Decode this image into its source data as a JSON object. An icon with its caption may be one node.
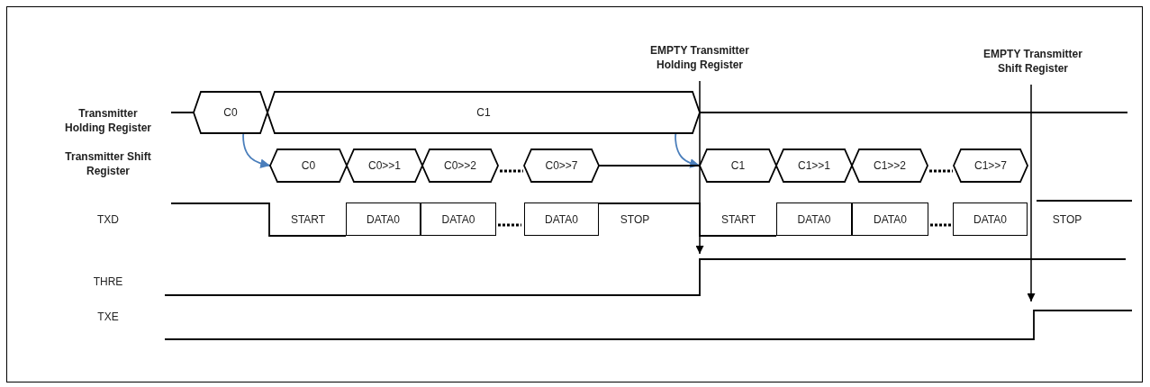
{
  "diagram": {
    "nodes": [
      {
        "text": [
          "C0"
        ]
      },
      {
        "text": [
          "C1"
        ]
      },
      {
        "text": [
          "C0"
        ]
      },
      {
        "text": [
          "C0>>1"
        ]
      },
      {
        "text": [
          "C0>>2"
        ]
      },
      {
        "text": [
          "C0>>7"
        ]
      },
      {
        "text": [
          "C1"
        ]
      },
      {
        "text": [
          "C1>>1"
        ]
      },
      {
        "text": [
          "C1>>2"
        ]
      },
      {
        "text": [
          "C1>>7"
        ]
      },
      {
        "text": [
          "DATA0"
        ]
      },
      {
        "text": [
          "DATA0"
        ]
      },
      {
        "text": [
          "DATA0"
        ]
      },
      {
        "text": [
          "DATA0"
        ]
      },
      {
        "text": [
          "DATA0"
        ]
      },
      {
        "text": [
          "DATA0"
        ]
      }
    ],
    "edges": [
      {
        "from": 0,
        "to": 2,
        "arrow": "to",
        "color": "#4a7ebb"
      },
      {
        "from": 1,
        "to": 6,
        "arrow": "to",
        "color": "#4a7ebb"
      },
      {
        "from": 5,
        "to": 6,
        "arrow": "none",
        "color": "#000000"
      }
    ],
    "labels": [
      "EMPTY Transmitter Holding Register",
      "EMPTY Transmitter Shift Register",
      "Transmitter Holding Register",
      "Transmitter Shift Register",
      "TXD",
      "START",
      "STOP",
      "START",
      "STOP",
      "THRE",
      "TXE"
    ]
  }
}
